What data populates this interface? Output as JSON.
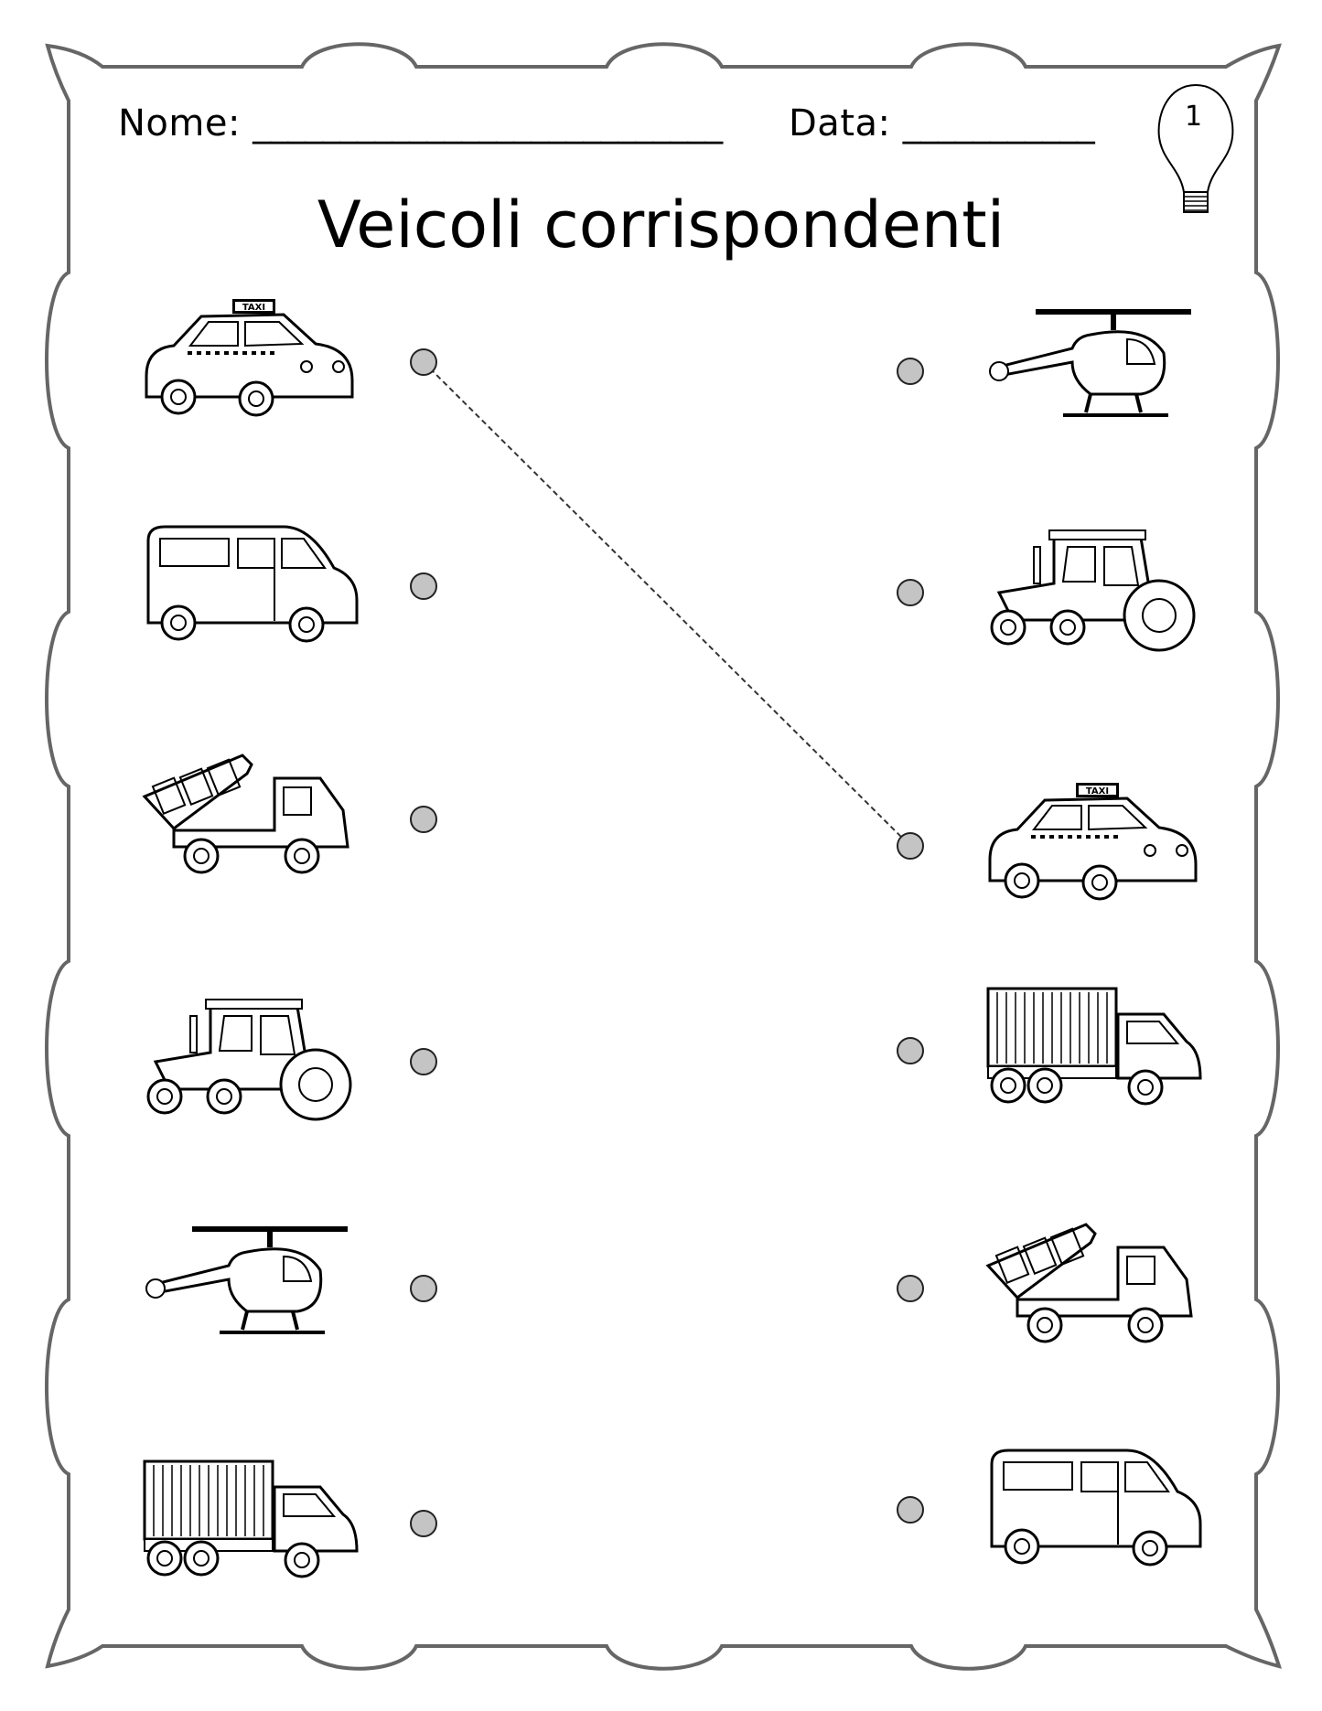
{
  "header": {
    "name_label": "Nome:",
    "name_blank": "___________________________",
    "date_label": "Data:",
    "date_blank": "___________",
    "page_number": "1"
  },
  "title": "Veicoli corrispondenti",
  "taxi_sign": "TAXI",
  "left_column": [
    {
      "icon": "taxi-icon"
    },
    {
      "icon": "van-icon"
    },
    {
      "icon": "dump-truck-icon"
    },
    {
      "icon": "tractor-icon"
    },
    {
      "icon": "helicopter-icon"
    },
    {
      "icon": "container-truck-icon"
    }
  ],
  "right_column": [
    {
      "icon": "helicopter-icon"
    },
    {
      "icon": "tractor-icon"
    },
    {
      "icon": "taxi-icon"
    },
    {
      "icon": "container-truck-icon"
    },
    {
      "icon": "dump-truck-icon"
    },
    {
      "icon": "van-icon"
    }
  ],
  "example_connection": {
    "from_left": 1,
    "to_right": 3
  }
}
